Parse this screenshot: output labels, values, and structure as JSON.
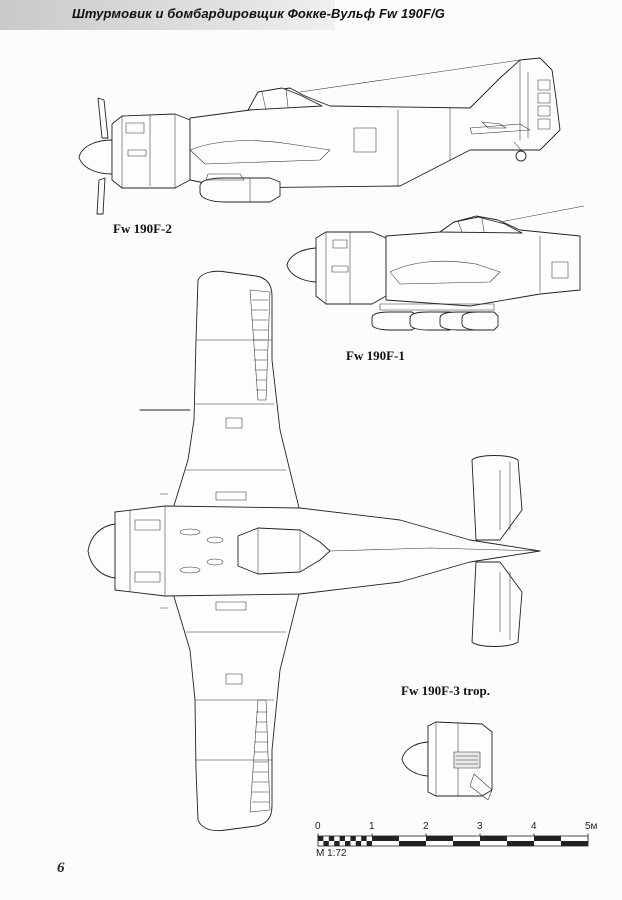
{
  "header": {
    "title": "Штурмовик и бомбардировщик Фокке-Вульф Fw 190F/G"
  },
  "labels": {
    "side_view_top": "Fw 190F-2",
    "side_view_middle": "Fw 190F-1",
    "top_view": "Fw 190F-3 trop."
  },
  "scale": {
    "ticks": [
      "0",
      "1",
      "2",
      "3",
      "4",
      "5м"
    ],
    "ratio": "М 1:72"
  },
  "page_number": "6",
  "colors": {
    "line": "#222222",
    "header_band": "#d4d4d4",
    "paper": "#fcfcfb"
  }
}
